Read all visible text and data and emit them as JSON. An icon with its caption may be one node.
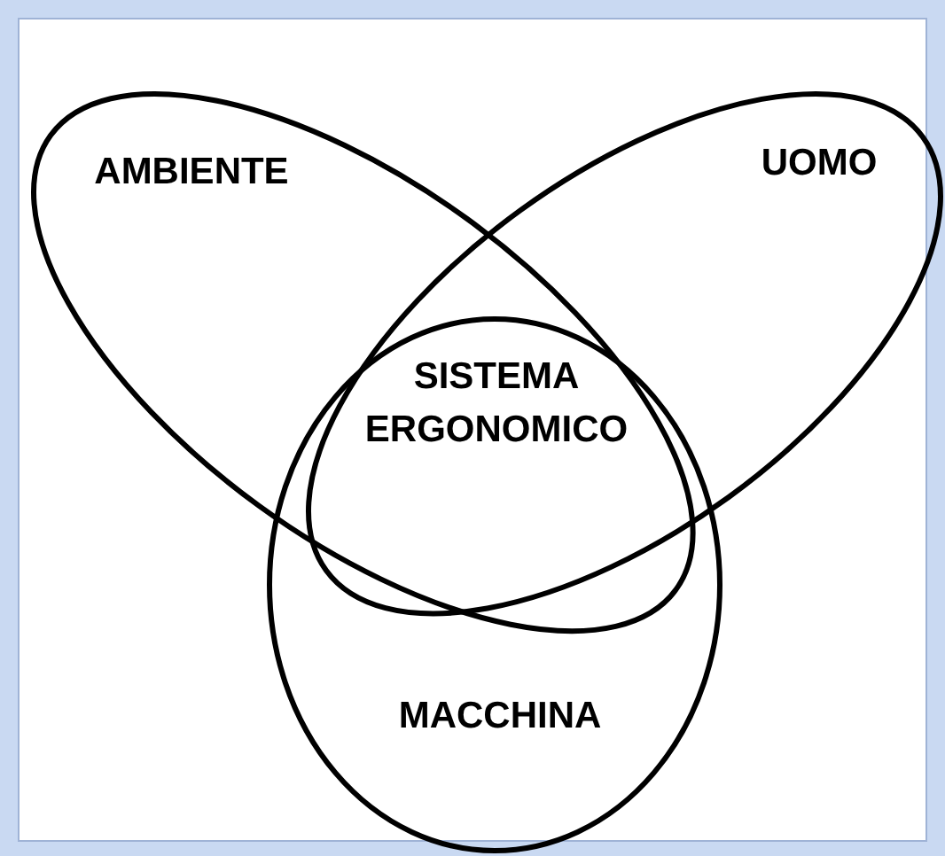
{
  "diagram": {
    "nodes": [
      {
        "text": [
          "AMBIENTE"
        ]
      },
      {
        "text": [
          "UOMO"
        ]
      },
      {
        "text": [
          "MACCHINA"
        ]
      }
    ],
    "labels": [
      "SISTEMA ERGONOMICO"
    ]
  }
}
